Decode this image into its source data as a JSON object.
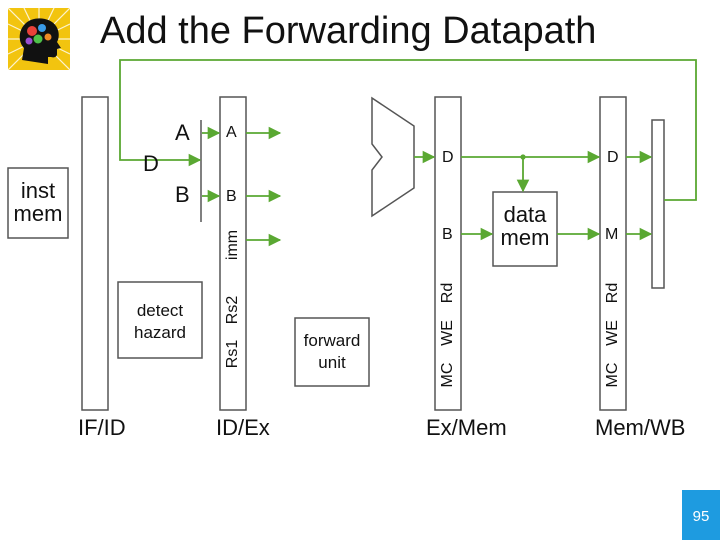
{
  "slide": {
    "title": "Add the Forwarding Datapath",
    "page_number": "95"
  },
  "blocks": {
    "inst_mem": [
      "inst",
      "mem"
    ],
    "detect_hazard": [
      "detect",
      "hazard"
    ],
    "forward_unit": [
      "forward",
      "unit"
    ],
    "data_mem": [
      "data",
      "mem"
    ]
  },
  "labels": {
    "reg_a_in": "A",
    "reg_d_in": "D",
    "reg_b_in": "B",
    "idex_a": "A",
    "idex_b": "B",
    "idex_imm": "imm",
    "idex_rs2": "Rs2",
    "idex_rs1": "Rs1",
    "exmem_d": "D",
    "exmem_b": "B",
    "exmem_rd": "Rd",
    "exmem_we": "WE",
    "exmem_mc": "MC",
    "memwb_d": "D",
    "memwb_m": "M",
    "memwb_rd": "Rd",
    "memwb_we": "WE",
    "memwb_mc": "MC"
  },
  "stages": [
    "IF/ID",
    "ID/Ex",
    "Ex/Mem",
    "Mem/WB"
  ],
  "colors": {
    "wire": "#5aa832",
    "outline": "#555555",
    "page_badge": "#1e9be0"
  }
}
